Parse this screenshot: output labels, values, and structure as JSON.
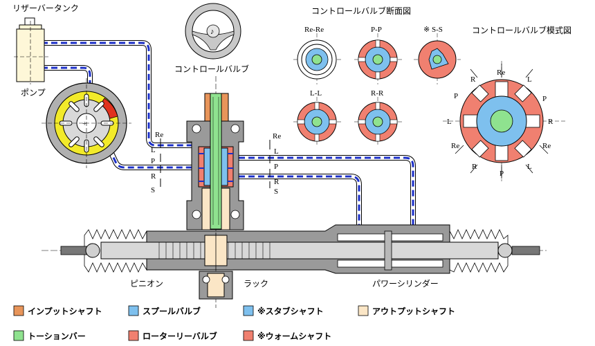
{
  "titles": {
    "reservoir": "リザーバータンク",
    "pump": "ポンプ",
    "steering": "コントロールバルブ",
    "section_views": "コントロールバルブ断面図",
    "schematic": "コントロールバルブ模式図",
    "pinion": "ピニオン",
    "rack": "ラック",
    "power_cylinder": "パワーシリンダー"
  },
  "valve_ports": {
    "left": [
      "Re",
      "L",
      "P",
      "R",
      "S"
    ],
    "right": [
      "Re",
      "L",
      "P",
      "R",
      "S"
    ]
  },
  "section_labels": {
    "re_re": "Re-Re",
    "p_p": "P-P",
    "s_s": "※ S-S",
    "l_l": "L-L",
    "r_r": "R-R"
  },
  "schematic_ports": {
    "top": "Re",
    "top_left": "R",
    "top_right": "L",
    "right_upper": "P",
    "right": "R",
    "left": "L",
    "left_lower": "Re",
    "right_lower": "Re",
    "bottom_left": "R",
    "bottom": "P",
    "bottom_right": "L",
    "p_marker": "P"
  },
  "legend": [
    {
      "label": "インプットシャフト",
      "color": "#e8955a"
    },
    {
      "label": "スプールバルブ",
      "color": "#7ec0ee"
    },
    {
      "label": "※スタブシャフト",
      "color": "#7ec0ee"
    },
    {
      "label": "アウトプットシャフト",
      "color": "#fbe6c6"
    },
    {
      "label": "トーションバー",
      "color": "#8fe28f"
    },
    {
      "label": "ローターリーバルブ",
      "color": "#f08070"
    },
    {
      "label": "※ウォームシャフト",
      "color": "#f08070"
    }
  ],
  "colors": {
    "input_shaft": "#e8955a",
    "spool": "#7ec0ee",
    "output_shaft": "#fbe6c6",
    "torsion_bar": "#8fe28f",
    "rotary": "#f08070",
    "body_gray": "#9a9a9a",
    "oil_line": "#1b2fc8",
    "pump_yellow": "#f2ea2a"
  }
}
